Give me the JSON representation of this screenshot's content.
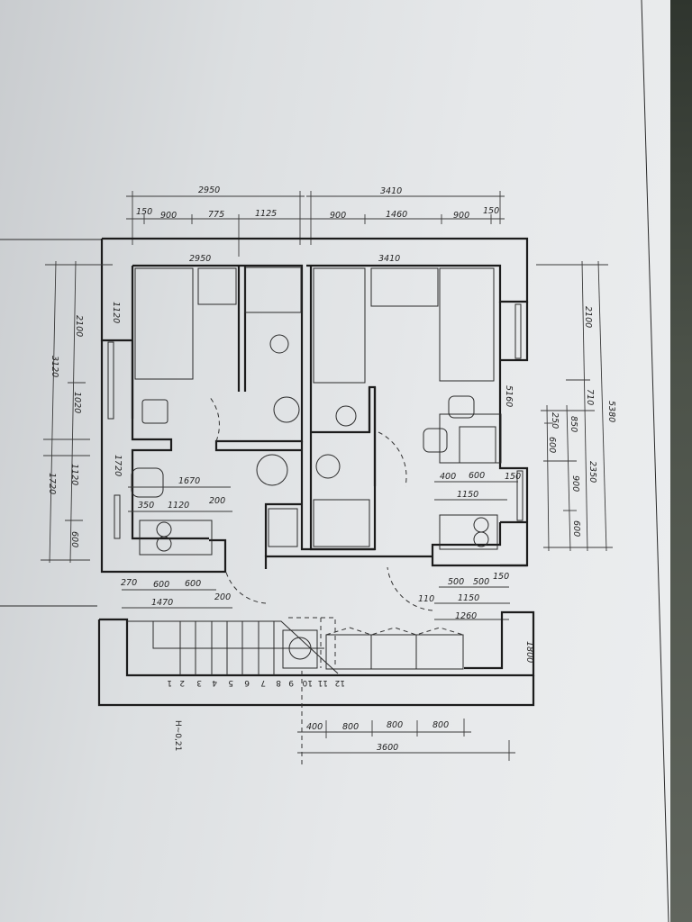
{
  "top_dims": {
    "totals": [
      "2950",
      "3410"
    ],
    "details": [
      "150",
      "900",
      "775",
      "1125",
      "900",
      "1460",
      "900",
      "150"
    ]
  },
  "room_widths": [
    "2950",
    "3410"
  ],
  "left_dims": {
    "outer": [
      "3120",
      "1720"
    ],
    "inner": [
      "2100",
      "1020",
      "1120",
      "600"
    ]
  },
  "right_dims": {
    "inner": [
      "2100",
      "710",
      "2350"
    ],
    "outer": [
      "5380"
    ],
    "far_left": [
      "250",
      "600"
    ],
    "far_right": [
      "850",
      "900",
      "600"
    ]
  },
  "wall_labels": {
    "left_upper": "1120",
    "left_lower": "1720",
    "right": "5160",
    "stair_right": "1800"
  },
  "kitchen_left": {
    "width": "1670",
    "d1": "350",
    "d2": "1120",
    "d3": "200",
    "b1": "270",
    "b2": "600",
    "b3": "600",
    "total": "1470",
    "b4": "200"
  },
  "kitchen_right": {
    "a1": "400",
    "a2": "600",
    "a3": "150",
    "a_total": "1150",
    "b1": "500",
    "b2": "500",
    "b3": "150",
    "c1": "110",
    "c2": "1150",
    "total": "1260"
  },
  "stair_steps": [
    "1",
    "2",
    "3",
    "4",
    "5",
    "6",
    "7",
    "8",
    "9",
    "10",
    "11",
    "12"
  ],
  "bottom_dims": {
    "segments": [
      "400",
      "800",
      "800",
      "800"
    ],
    "total": "3600"
  },
  "level_mark": "H~0,21"
}
